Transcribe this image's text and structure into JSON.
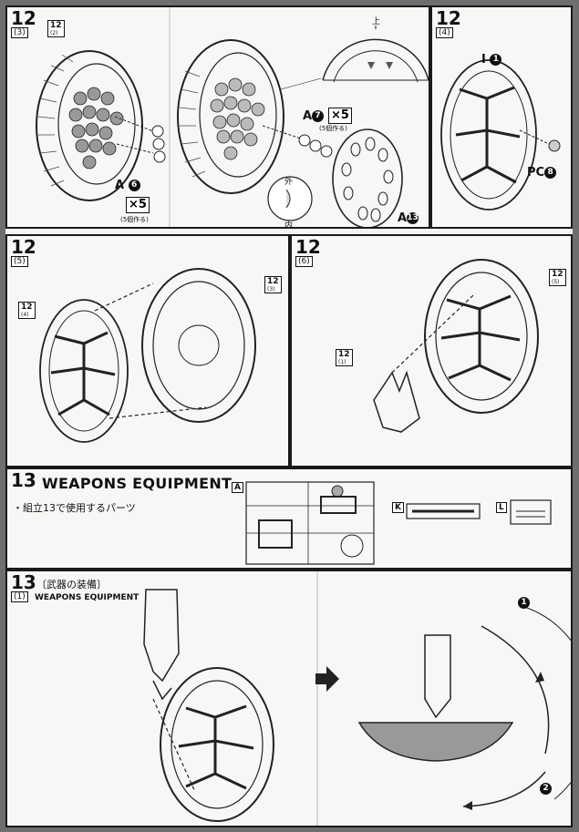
{
  "row1": {
    "left": {
      "step": "12",
      "sub": "(3)",
      "ref_tag": "12",
      "ref_tag_sub": "(2)",
      "part_label": "A",
      "part_num": "6",
      "mult": "×5",
      "mult_note": "(5個作る)"
    },
    "center": {
      "part_label": "A",
      "part_num": "7",
      "mult": "×5",
      "mult_note": "(5個作る)",
      "part2_label": "A",
      "part2_num": "13",
      "outer": "外",
      "inner": "内",
      "top": "上"
    },
    "right": {
      "step": "12",
      "sub": "(4)",
      "part_i": "I",
      "part_i_num": "1",
      "part_pc": "PC",
      "part_pc_num": "8"
    }
  },
  "row2": {
    "left": {
      "step": "12",
      "sub": "(5)",
      "tag_a": "12",
      "tag_a_sub": "(4)",
      "tag_b": "12",
      "tag_b_sub": "(3)"
    },
    "right": {
      "step": "12",
      "sub": "(6)",
      "tag_a": "12",
      "tag_a_sub": "(5)",
      "tag_b": "12",
      "tag_b_sub": "(1)"
    }
  },
  "row3": {
    "step": "13",
    "title": "WEAPONS EQUIPMENT",
    "parts_note": "・組立13で使用するパーツ",
    "runner_a": "A",
    "runner_k": "K",
    "runner_l": "L"
  },
  "row4": {
    "step": "13",
    "title_jp": "〔武器の装備〕",
    "sub": "(1)",
    "title_en": "WEAPONS EQUIPMENT",
    "arrow1": "1",
    "arrow2": "2"
  }
}
